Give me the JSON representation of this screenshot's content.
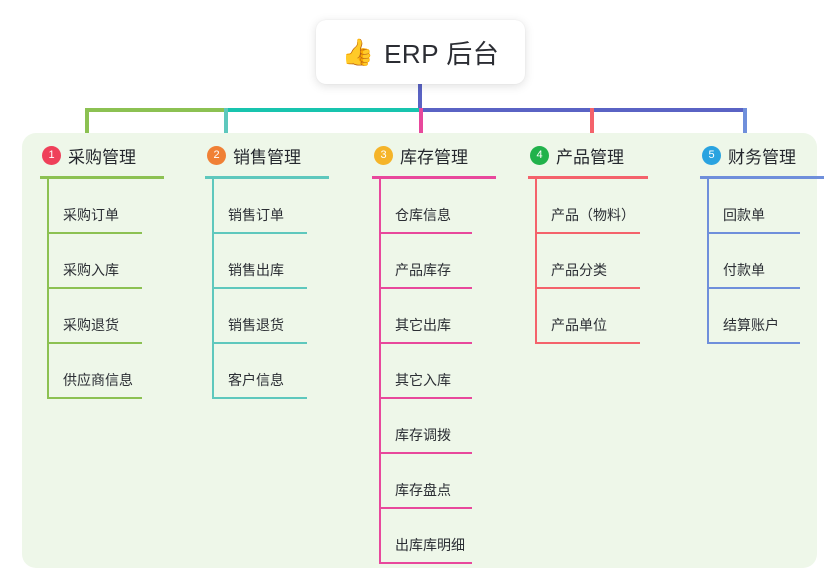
{
  "root": {
    "icon": "thumbs-up-icon",
    "icon_glyph": "👍",
    "title": "ERP 后台"
  },
  "theme": {
    "page_background": "#ffffff",
    "panel_background": "#eef7e9",
    "text_color": "#2b2e34"
  },
  "connectors": {
    "trunk_color": "#5a63c4",
    "bus_segments": [
      {
        "name": "bus-seg-a",
        "color": "#8cc152"
      },
      {
        "name": "bus-seg-b",
        "color": "#18c4ae"
      },
      {
        "name": "bus-seg-c",
        "color": "#5a63c4"
      }
    ]
  },
  "columns": [
    {
      "number": "1",
      "title": "采购管理",
      "badge_color": "#ef405a",
      "accent_color": "#8cc152",
      "items": [
        {
          "label": "采购订单"
        },
        {
          "label": "采购入库"
        },
        {
          "label": "采购退货"
        },
        {
          "label": "供应商信息"
        }
      ]
    },
    {
      "number": "2",
      "title": "销售管理",
      "badge_color": "#f08035",
      "accent_color": "#5ec8bd",
      "items": [
        {
          "label": "销售订单"
        },
        {
          "label": "销售出库"
        },
        {
          "label": "销售退货"
        },
        {
          "label": "客户信息"
        }
      ]
    },
    {
      "number": "3",
      "title": "库存管理",
      "badge_color": "#f5b429",
      "accent_color": "#e8489c",
      "items": [
        {
          "label": "仓库信息"
        },
        {
          "label": "产品库存"
        },
        {
          "label": "其它出库"
        },
        {
          "label": "其它入库"
        },
        {
          "label": "库存调拨"
        },
        {
          "label": "库存盘点"
        },
        {
          "label": "出库库明细"
        }
      ]
    },
    {
      "number": "4",
      "title": "产品管理",
      "badge_color": "#21b24b",
      "accent_color": "#f4626b",
      "items": [
        {
          "label": "产品（物料）"
        },
        {
          "label": "产品分类"
        },
        {
          "label": "产品单位"
        }
      ]
    },
    {
      "number": "5",
      "title": "财务管理",
      "badge_color": "#29a3e0",
      "accent_color": "#6f8fdb",
      "items": [
        {
          "label": "回款单"
        },
        {
          "label": "付款单"
        },
        {
          "label": "结算账户"
        }
      ]
    }
  ]
}
